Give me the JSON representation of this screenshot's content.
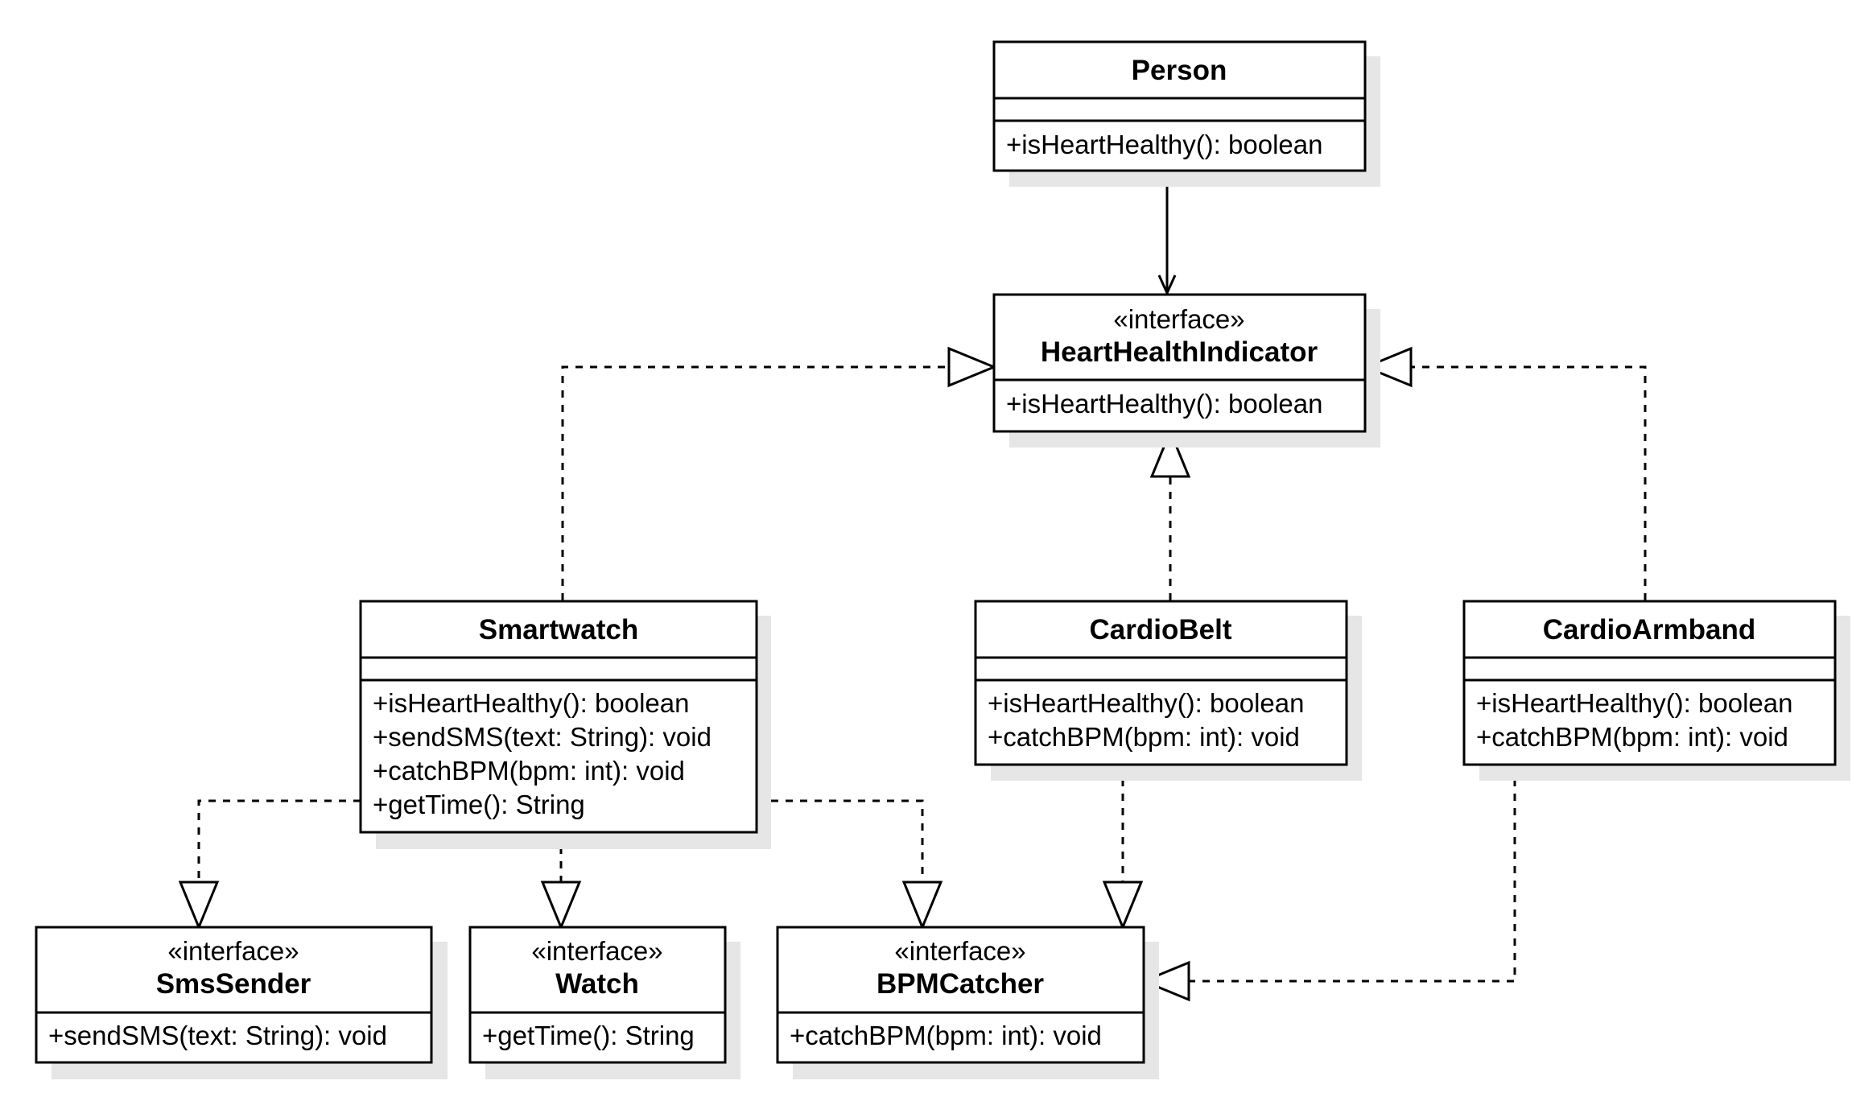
{
  "diagram": {
    "person": {
      "name": "Person",
      "methods": [
        "+isHeartHealthy(): boolean"
      ]
    },
    "heart_health_indicator": {
      "stereotype": "«interface»",
      "name": "HeartHealthIndicator",
      "methods": [
        "+isHeartHealthy(): boolean"
      ]
    },
    "smartwatch": {
      "name": "Smartwatch",
      "methods": [
        "+isHeartHealthy(): boolean",
        "+sendSMS(text: String): void",
        "+catchBPM(bpm: int): void",
        "+getTime(): String"
      ]
    },
    "cardio_belt": {
      "name": "CardioBelt",
      "methods": [
        "+isHeartHealthy(): boolean",
        "+catchBPM(bpm: int): void"
      ]
    },
    "cardio_armband": {
      "name": "CardioArmband",
      "methods": [
        "+isHeartHealthy(): boolean",
        "+catchBPM(bpm: int): void"
      ]
    },
    "sms_sender": {
      "stereotype": "«interface»",
      "name": "SmsSender",
      "methods": [
        "+sendSMS(text: String): void"
      ]
    },
    "watch": {
      "stereotype": "«interface»",
      "name": "Watch",
      "methods": [
        "+getTime(): String"
      ]
    },
    "bpm_catcher": {
      "stereotype": "«interface»",
      "name": "BPMCatcher",
      "methods": [
        "+catchBPM(bpm: int): void"
      ]
    },
    "relations": [
      {
        "from": "Person",
        "to": "HeartHealthIndicator",
        "kind": "association"
      },
      {
        "from": "Smartwatch",
        "to": "HeartHealthIndicator",
        "kind": "realization"
      },
      {
        "from": "CardioBelt",
        "to": "HeartHealthIndicator",
        "kind": "realization"
      },
      {
        "from": "CardioArmband",
        "to": "HeartHealthIndicator",
        "kind": "realization"
      },
      {
        "from": "Smartwatch",
        "to": "SmsSender",
        "kind": "realization"
      },
      {
        "from": "Smartwatch",
        "to": "Watch",
        "kind": "realization"
      },
      {
        "from": "Smartwatch",
        "to": "BPMCatcher",
        "kind": "realization"
      },
      {
        "from": "CardioBelt",
        "to": "BPMCatcher",
        "kind": "realization"
      },
      {
        "from": "CardioArmband",
        "to": "BPMCatcher",
        "kind": "realization"
      }
    ]
  }
}
